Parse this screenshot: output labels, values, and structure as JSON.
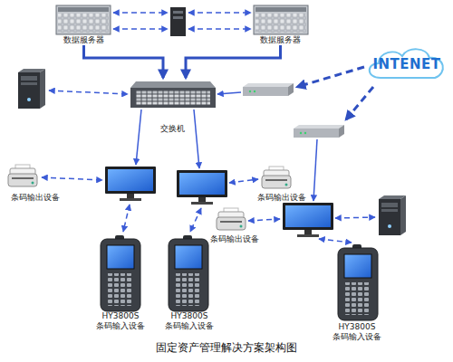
{
  "diagram": {
    "caption": "固定资产管理解决方案架构图",
    "nodes": [
      {
        "text": [
          "数据服务器"
        ]
      },
      {
        "text": [
          "数据服务器"
        ]
      },
      {
        "text": [
          "INTENET"
        ]
      },
      {
        "text": [
          "交换机"
        ]
      },
      {
        "text": [
          "条码输出设备"
        ]
      },
      {
        "text": [
          "条码输出设备"
        ]
      },
      {
        "text": [
          "条码输出设备"
        ]
      },
      {
        "text": [
          "HY3800S",
          "条码输入设备"
        ]
      },
      {
        "text": [
          "HY3800S",
          "条码输入设备"
        ]
      },
      {
        "text": [
          "HY3800S",
          "条码输入设备"
        ]
      }
    ],
    "edges": [
      {
        "from": 0,
        "to": 3,
        "arrow": "to"
      },
      {
        "from": 1,
        "to": 3,
        "arrow": "to"
      }
    ]
  }
}
